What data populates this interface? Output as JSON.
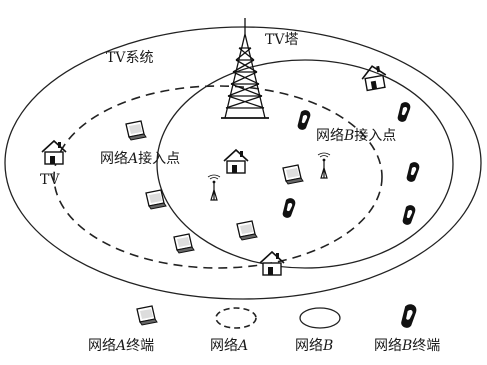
{
  "diagram": {
    "labels": {
      "tv_system": "TV系统",
      "tv_tower": "TV塔",
      "tv": "TV",
      "ap_a_prefix": "网络",
      "ap_a_var": "A",
      "ap_a_suffix": "接入点",
      "ap_b_prefix": "网络",
      "ap_b_var": "B",
      "ap_b_suffix": "接入点"
    },
    "legend": {
      "terminal_a": {
        "prefix": "网络",
        "var": "A",
        "suffix": "终端"
      },
      "network_a": {
        "prefix": "网络",
        "var": "A"
      },
      "network_b": {
        "prefix": "网络",
        "var": "B"
      },
      "terminal_b": {
        "prefix": "网络",
        "var": "B",
        "suffix": "终端"
      }
    },
    "icons": [
      "house-icon",
      "laptop-icon",
      "phone-icon",
      "antenna-icon",
      "tower-icon"
    ]
  }
}
